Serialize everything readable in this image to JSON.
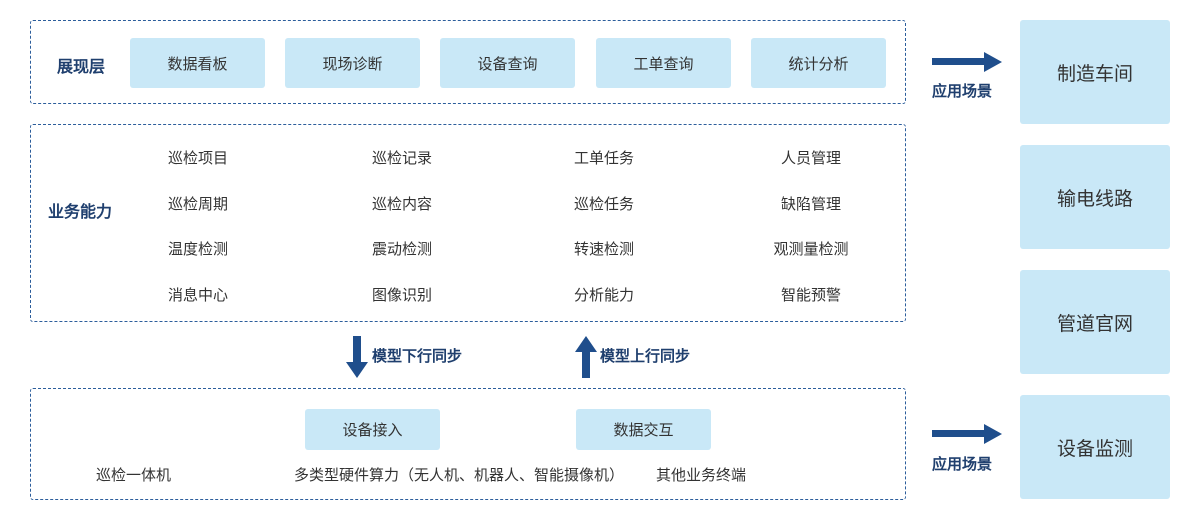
{
  "presentation_layer": {
    "title": "展现层",
    "items": [
      "数据看板",
      "现场诊断",
      "设备查询",
      "工单查询",
      "统计分析"
    ]
  },
  "business_capability": {
    "title": "业务能力",
    "items": [
      [
        "巡检项目",
        "巡检记录",
        "工单任务",
        "人员管理"
      ],
      [
        "巡检周期",
        "巡检内容",
        "巡检任务",
        "缺陷管理"
      ],
      [
        "温度检测",
        "震动检测",
        "转速检测",
        "观测量检测"
      ],
      [
        "消息中心",
        "图像识别",
        "分析能力",
        "智能预警"
      ]
    ]
  },
  "sync": {
    "down_label": "模型下行同步",
    "up_label": "模型上行同步"
  },
  "access_layer": {
    "buttons": [
      "设备接入",
      "数据交互"
    ],
    "devices": [
      "巡检一体机",
      "多类型硬件算力（无人机、机器人、智能摄像机）",
      "其他业务终端"
    ]
  },
  "application": {
    "arrow_label_top": "应用场景",
    "arrow_label_bottom": "应用场景",
    "scenes": [
      "制造车间",
      "输电线路",
      "管道官网",
      "设备监测"
    ]
  },
  "colors": {
    "accent_blue": "#1f4e8c",
    "chip_fill": "#c9e8f7",
    "dashed_border": "#2c5d9b"
  }
}
